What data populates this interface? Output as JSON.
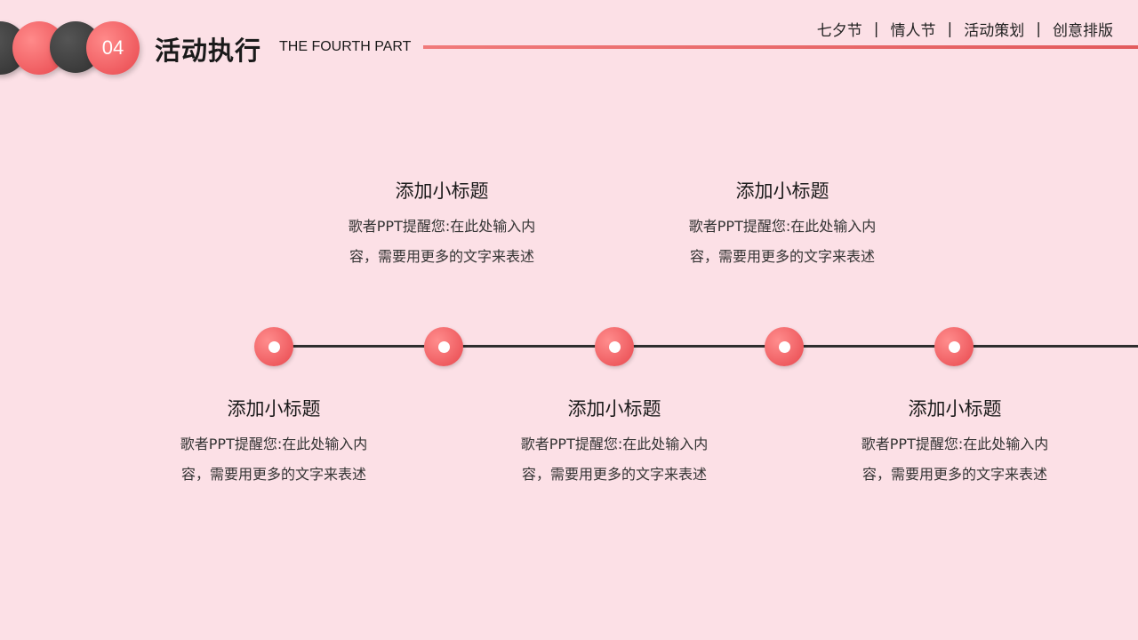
{
  "header": {
    "number": "04",
    "title": "活动执行",
    "subtitle": "THE FOURTH PART"
  },
  "nav": {
    "items": [
      "七夕节",
      "情人节",
      "活动策划",
      "创意排版"
    ],
    "separator": "|"
  },
  "timeline": {
    "items": [
      {
        "title": "添加小标题",
        "line1": "歌者PPT提醒您:在此处输入内",
        "line2": "容，需要用更多的文字来表述"
      },
      {
        "title": "添加小标题",
        "line1": "歌者PPT提醒您:在此处输入内",
        "line2": "容，需要用更多的文字来表述"
      },
      {
        "title": "添加小标题",
        "line1": "歌者PPT提醒您:在此处输入内",
        "line2": "容，需要用更多的文字来表述"
      },
      {
        "title": "添加小标题",
        "line1": "歌者PPT提醒您:在此处输入内",
        "line2": "容，需要用更多的文字来表述"
      },
      {
        "title": "添加小标题",
        "line1": "歌者PPT提醒您:在此处输入内",
        "line2": "容，需要用更多的文字来表述"
      }
    ]
  },
  "colors": {
    "background": "#fce0e6",
    "accent": "#e8474d",
    "dark": "#2f2f2f"
  }
}
